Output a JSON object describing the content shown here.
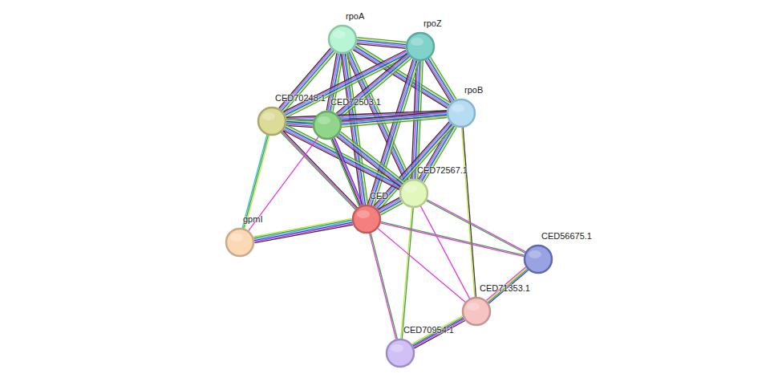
{
  "diagram": {
    "nodes": [
      {
        "text": [
          "rpoA"
        ]
      },
      {
        "text": [
          "rpoZ"
        ]
      },
      {
        "text": [
          "rpoB"
        ]
      },
      {
        "text": [
          "CED70248.1"
        ]
      },
      {
        "text": [
          "CED72503.1"
        ]
      },
      {
        "text": [
          "CED72567.1"
        ]
      },
      {
        "text": [
          "CED"
        ]
      },
      {
        "text": [
          "gpmI"
        ]
      },
      {
        "text": [
          "CED56675.1"
        ]
      },
      {
        "text": [
          "CED71353.1"
        ]
      },
      {
        "text": [
          "CED70954.1"
        ]
      }
    ],
    "edges": [
      {
        "from": 0,
        "to": 1,
        "arrow": "none"
      },
      {
        "from": 0,
        "to": 2,
        "arrow": "none"
      },
      {
        "from": 0,
        "to": 3,
        "arrow": "none"
      },
      {
        "from": 0,
        "to": 4,
        "arrow": "none"
      },
      {
        "from": 0,
        "to": 5,
        "arrow": "none"
      },
      {
        "from": 0,
        "to": 6,
        "arrow": "none"
      },
      {
        "from": 1,
        "to": 2,
        "arrow": "none"
      },
      {
        "from": 1,
        "to": 3,
        "arrow": "none"
      },
      {
        "from": 1,
        "to": 4,
        "arrow": "none"
      },
      {
        "from": 1,
        "to": 5,
        "arrow": "none"
      },
      {
        "from": 1,
        "to": 6,
        "arrow": "none"
      },
      {
        "from": 2,
        "to": 3,
        "arrow": "none"
      },
      {
        "from": 2,
        "to": 4,
        "arrow": "none"
      },
      {
        "from": 2,
        "to": 5,
        "arrow": "none"
      },
      {
        "from": 2,
        "to": 6,
        "arrow": "none"
      },
      {
        "from": 2,
        "to": 9,
        "arrow": "none"
      },
      {
        "from": 3,
        "to": 4,
        "arrow": "none"
      },
      {
        "from": 3,
        "to": 5,
        "arrow": "none"
      },
      {
        "from": 3,
        "to": 6,
        "arrow": "none"
      },
      {
        "from": 3,
        "to": 7,
        "arrow": "none"
      },
      {
        "from": 4,
        "to": 5,
        "arrow": "none"
      },
      {
        "from": 4,
        "to": 6,
        "arrow": "none"
      },
      {
        "from": 4,
        "to": 7,
        "arrow": "none"
      },
      {
        "from": 5,
        "to": 6,
        "arrow": "none"
      },
      {
        "from": 5,
        "to": 8,
        "arrow": "none"
      },
      {
        "from": 5,
        "to": 9,
        "arrow": "none"
      },
      {
        "from": 5,
        "to": 10,
        "arrow": "none"
      },
      {
        "from": 6,
        "to": 7,
        "arrow": "none"
      },
      {
        "from": 6,
        "to": 8,
        "arrow": "none"
      },
      {
        "from": 6,
        "to": 9,
        "arrow": "none"
      },
      {
        "from": 6,
        "to": 10,
        "arrow": "none"
      },
      {
        "from": 8,
        "to": 9,
        "arrow": "none"
      },
      {
        "from": 9,
        "to": 10,
        "arrow": "none"
      }
    ]
  }
}
